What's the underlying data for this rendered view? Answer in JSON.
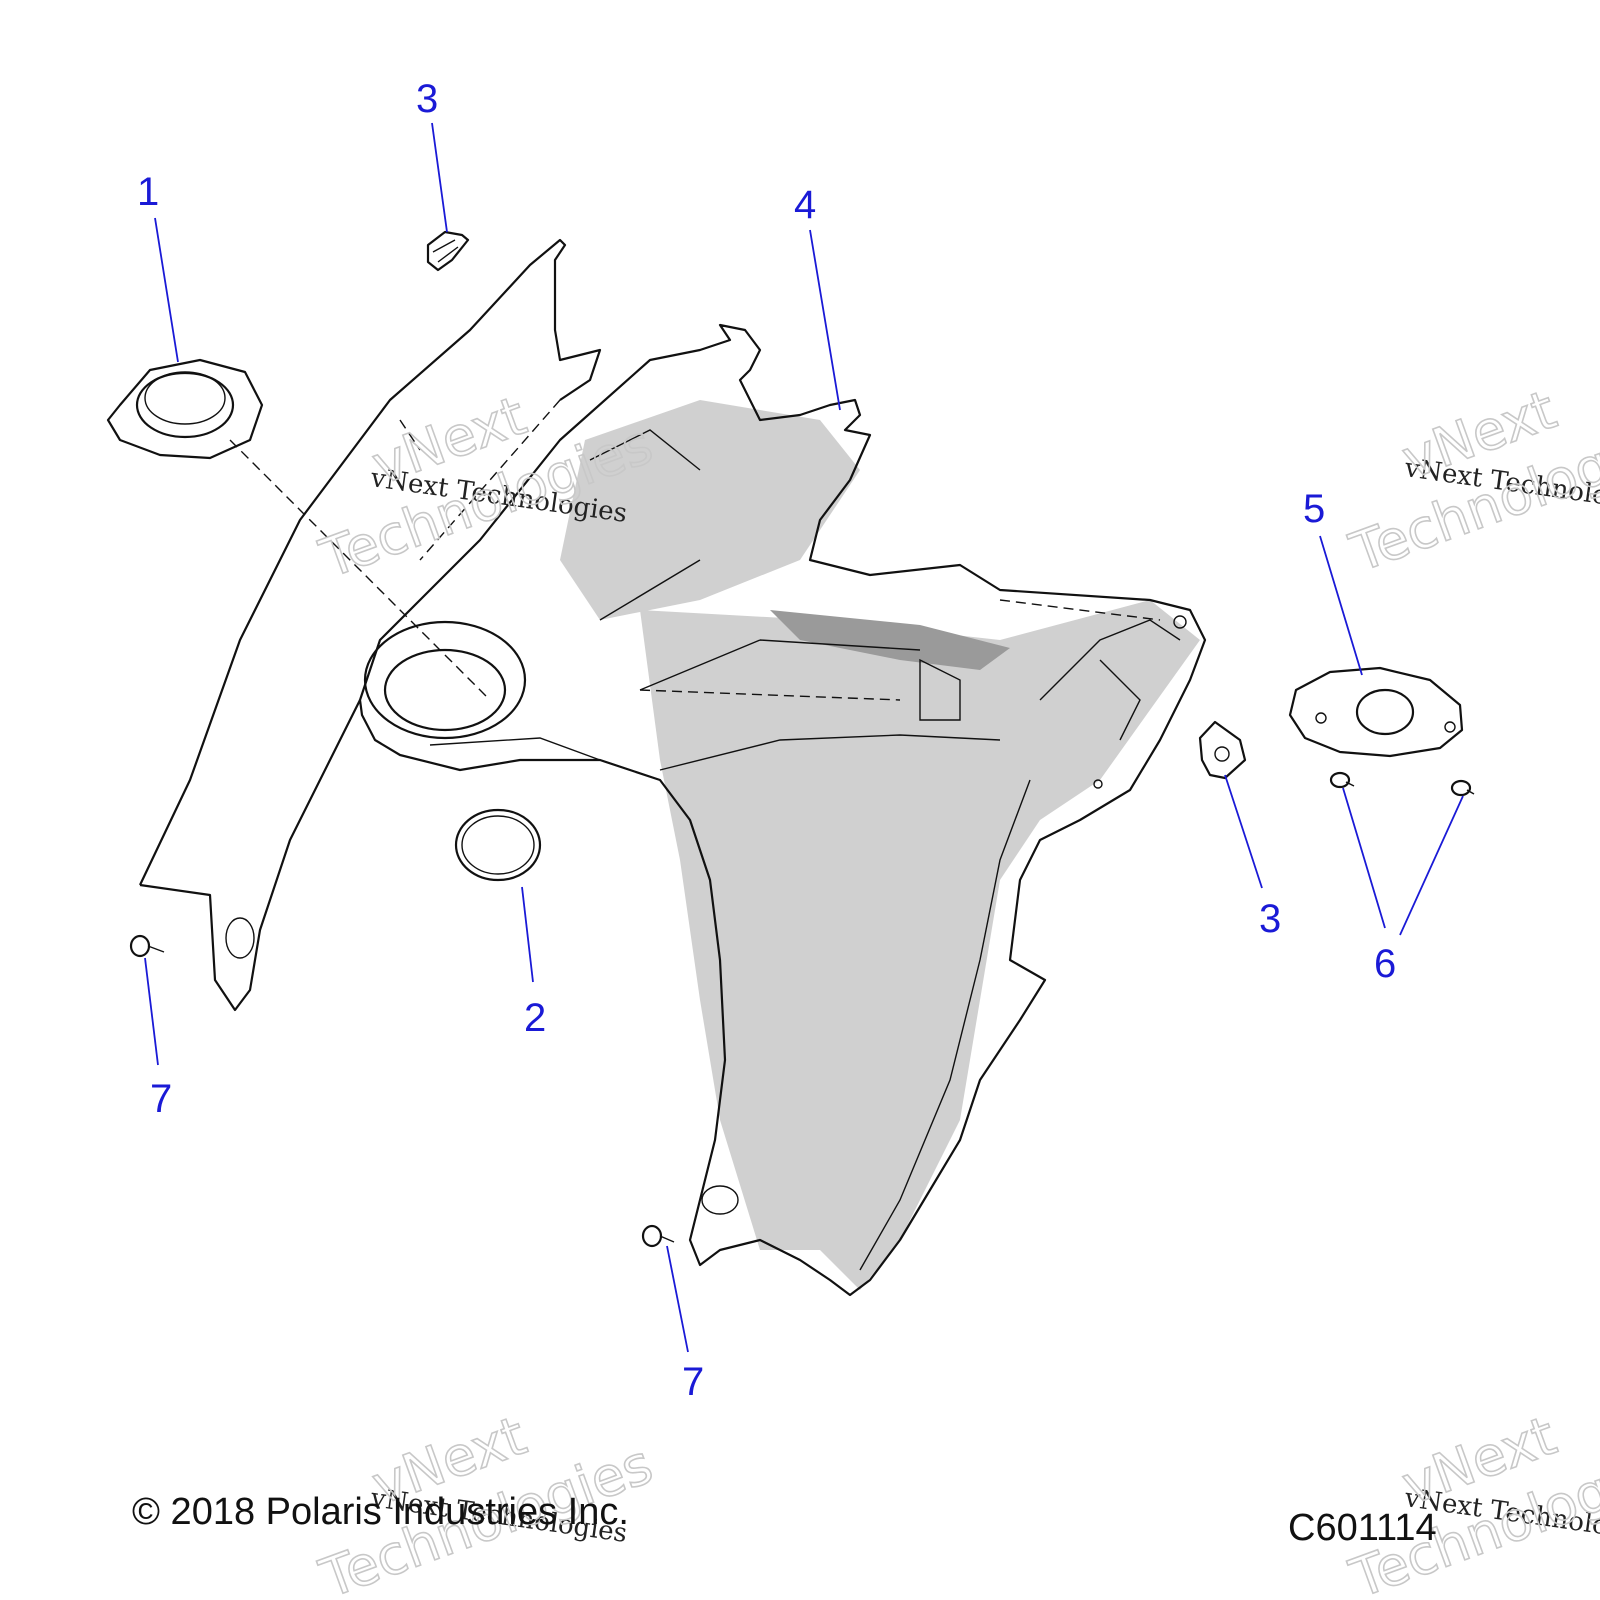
{
  "callouts": {
    "c1": "1",
    "c2": "2",
    "c3a": "3",
    "c3b": "3",
    "c4": "4",
    "c5": "5",
    "c6": "6",
    "c7a": "7",
    "c7b": "7"
  },
  "footer": {
    "copyright": "© 2018 Polaris Industries Inc.",
    "code": "C601114"
  },
  "watermark": {
    "line": "vNext Technologies",
    "word1": "vNext",
    "word2": "Technologies"
  },
  "colors": {
    "callout": "#1a1ad6",
    "line": "#111111",
    "shade": "#d0d0d0"
  }
}
